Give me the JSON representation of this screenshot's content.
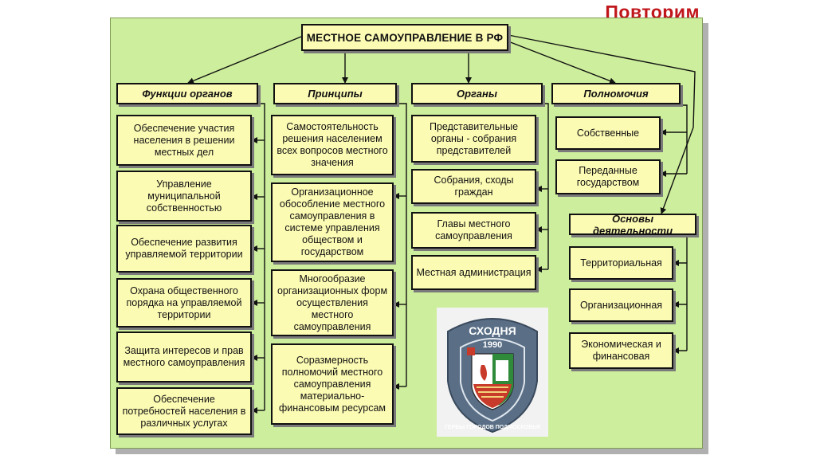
{
  "slide_title": "Повторим",
  "main_title": "МЕСТНОЕ САМОУПРАВЛЕНИЕ В РФ",
  "columns": {
    "functions": {
      "header": "Функции органов",
      "items": [
        "Обеспечение участия населения в решении местных дел",
        "Управление муниципальной собственностью",
        "Обеспечение развития управляемой территории",
        "Охрана общественного порядка на управляемой территории",
        "Защита интересов и прав местного самоуправления",
        "Обеспечение потребностей населения в различных услугах"
      ]
    },
    "principles": {
      "header": "Принципы",
      "items": [
        "Самостоятельность решения населением всех вопросов местного значения",
        "Организационное обособление местного самоуправления в системе управления обществом и государством",
        "Многообразие организационных форм осуществления местного самоуправления",
        "Соразмерность полномочий местного самоуправления материально-финансовым ресурсам"
      ]
    },
    "organs": {
      "header": "Органы",
      "items": [
        "Представительные органы - собрания представителей",
        "Собрания, сходы граждан",
        "Главы местного самоуправления",
        "Местная администрация"
      ]
    },
    "powers": {
      "header": "Полномочия",
      "items": [
        "Собственные",
        "Переданные государством"
      ]
    },
    "basis": {
      "header": "Основы деятельности",
      "items": [
        "Территориальная",
        "Организационная",
        "Экономическая и финансовая"
      ]
    }
  },
  "badge": {
    "top_text": "СХОДНЯ",
    "year": "1990",
    "ring_text": "ГЕРБЫ ГОРОДОВ ПОДМОСКОВЬЯ",
    "colors": {
      "body": "#5a6f86",
      "red": "#c83a2a",
      "green": "#2f8a3a"
    }
  },
  "colors": {
    "panel": "#cdee9c",
    "box": "#fcfbb4",
    "title": "#c0161b"
  }
}
